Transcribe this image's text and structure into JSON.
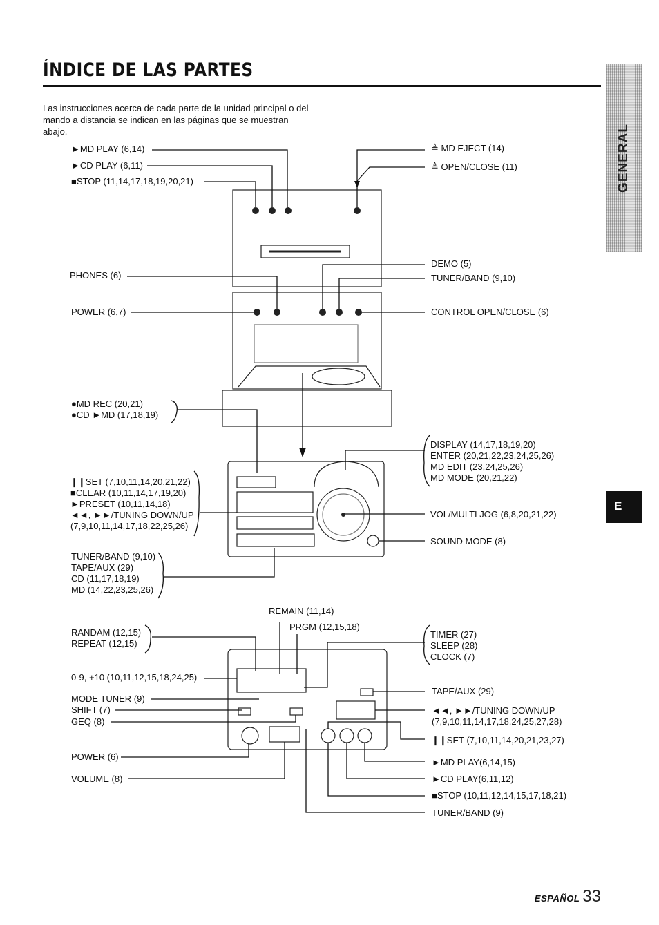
{
  "page": {
    "title": "ÍNDICE DE LAS PARTES",
    "intro": "Las instrucciones acerca de cada parte de la unidad principal o del mando a distancia se indican en las páginas que se muestran abajo.",
    "sidebar_tab": "GENERAL",
    "language_tab": "E",
    "footer_lang": "ESPAÑOL",
    "footer_page": "33"
  },
  "top_unit": {
    "left": {
      "md_play": "►MD PLAY (6,14)",
      "cd_play": "►CD PLAY (6,11)",
      "stop": "■STOP (11,14,17,18,19,20,21)",
      "phones": "PHONES (6)",
      "power": "POWER (6,7)",
      "rec_lines": [
        "●MD REC (20,21)",
        "●CD ►MD (17,18,19)"
      ]
    },
    "right": {
      "md_eject": "≜ MD EJECT (14)",
      "open_close": "≜ OPEN/CLOSE (11)",
      "demo": "DEMO (5)",
      "tuner_band": "TUNER/BAND (9,10)",
      "control_open_close": "CONTROL OPEN/CLOSE (6)"
    }
  },
  "control_panel": {
    "left_block": [
      "❙❙SET (7,10,11,14,20,21,22)",
      "■CLEAR (10,11,14,17,19,20)",
      "►PRESET (10,11,14,18)",
      "◄◄, ►►/TUNING DOWN/UP",
      "(7,9,10,11,14,17,18,22,25,26)"
    ],
    "source_block": [
      "TUNER/BAND (9,10)",
      "TAPE/AUX (29)",
      "CD (11,17,18,19)",
      "MD (14,22,23,25,26)"
    ],
    "right_block": [
      "DISPLAY (14,17,18,19,20)",
      "ENTER (20,21,22,23,24,25,26)",
      "MD EDIT (23,24,25,26)",
      "MD MODE (20,21,22)"
    ],
    "vol_jog": "VOL/MULTI JOG (6,8,20,21,22)",
    "sound_mode": "SOUND MODE (8)"
  },
  "remote": {
    "remain": "REMAIN (11,14)",
    "prgm": "PRGM (12,15,18)",
    "random_repeat": [
      "RANDAM (12,15)",
      "REPEAT (12,15)"
    ],
    "numbers": "0-9, +10 (10,11,12,15,18,24,25)",
    "mode_tuner": "MODE TUNER (9)",
    "shift": "SHIFT (7)",
    "geq": "GEQ (8)",
    "power": "POWER (6)",
    "volume": "VOLUME (8)",
    "timer_block": [
      "TIMER (27)",
      "SLEEP (28)",
      "CLOCK (7)"
    ],
    "tape_aux": "TAPE/AUX (29)",
    "tuning": [
      "◄◄, ►►/TUNING DOWN/UP",
      "(7,9,10,11,14,17,18,24,25,27,28)"
    ],
    "set": "❙❙SET (7,10,11,14,20,21,23,27)",
    "md_play": "►MD PLAY(6,14,15)",
    "cd_play": "►CD PLAY(6,11,12)",
    "stop": "■STOP (10,11,12,14,15,17,18,21)",
    "tuner_band": "TUNER/BAND (9)"
  }
}
